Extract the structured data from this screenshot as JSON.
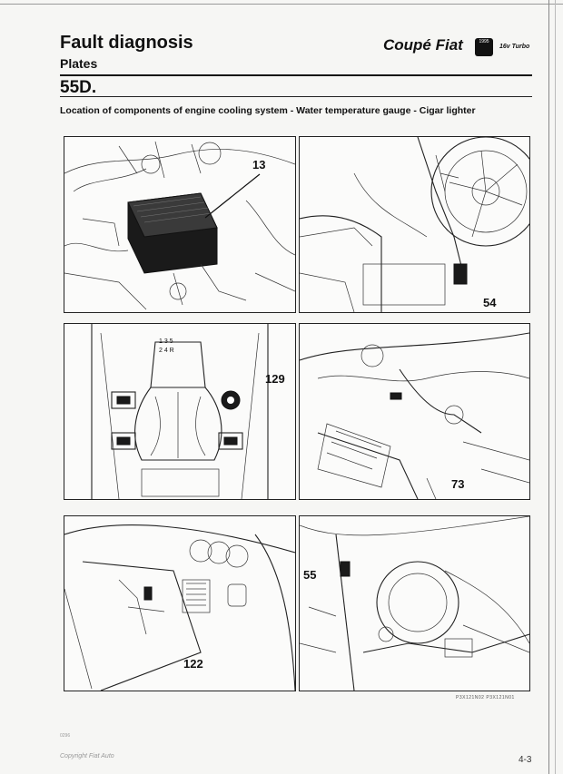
{
  "header": {
    "title": "Fault diagnosis",
    "subtitle": "Plates",
    "brand": "Coupé Fiat",
    "badge": "1995",
    "spec": "16v Turbo"
  },
  "section": {
    "number": "55D.",
    "caption": "Location of components of engine cooling system - Water temperature gauge - Cigar lighter"
  },
  "panels": {
    "battery": {
      "callout": "13"
    },
    "fan": {
      "callout": "54"
    },
    "gearshift": {
      "callout": "129",
      "gear_top": "1 3 5",
      "gear_bottom": "2 4 R"
    },
    "dashboard_wiring": {
      "callout": "73"
    },
    "steering_column": {
      "callout": "122"
    },
    "engine_bay": {
      "callout": "55"
    }
  },
  "footer": {
    "refcode": "P3X121N02   P3X121N01",
    "margin_note": "0296",
    "copyright": "Copyright Fiat Auto",
    "page_number": "4-3"
  }
}
